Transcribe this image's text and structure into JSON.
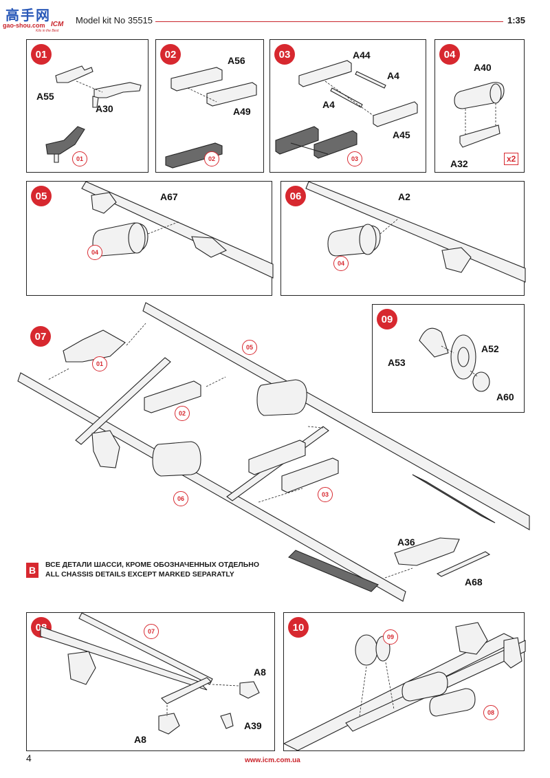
{
  "header": {
    "logo_top": "高手网",
    "logo_sub": "gao-shou.com",
    "logo_brand": "ICM",
    "logo_tag": "Kits in the Best",
    "title": "Model kit No 35515",
    "scale": "1:35",
    "accent_color": "#d7282f"
  },
  "steps": [
    {
      "num": "01",
      "labels": [
        "A55",
        "A30"
      ],
      "ref": "01"
    },
    {
      "num": "02",
      "labels": [
        "A56",
        "A49"
      ],
      "ref": "02"
    },
    {
      "num": "03",
      "labels": [
        "A44",
        "A4",
        "A4",
        "A45"
      ],
      "ref": "03"
    },
    {
      "num": "04",
      "labels": [
        "A40",
        "A32"
      ],
      "ref": "x2"
    },
    {
      "num": "05",
      "labels": [
        "A67"
      ],
      "ref": "04"
    },
    {
      "num": "06",
      "labels": [
        "A2"
      ],
      "ref": "04"
    },
    {
      "num": "07",
      "refs": [
        "01",
        "05",
        "02",
        "03",
        "06"
      ],
      "labels": [
        "A36",
        "A68"
      ]
    },
    {
      "num": "09",
      "labels": [
        "A52",
        "A53",
        "A60"
      ]
    },
    {
      "num": "08",
      "ref": "07",
      "labels": [
        "A8",
        "A39",
        "A8"
      ]
    },
    {
      "num": "10",
      "refs": [
        "09",
        "08"
      ]
    }
  ],
  "note": {
    "badge": "B",
    "line_ru": "ВСЕ ДЕТАЛИ ШАССИ, КРОМЕ ОБОЗНАЧЕННЫХ ОТДЕЛЬНО",
    "line_en": "ALL CHASSIS DETAILS EXCEPT MARKED SEPARATLY"
  },
  "footer": {
    "page": "4",
    "url": "www.icm.com.ua"
  }
}
